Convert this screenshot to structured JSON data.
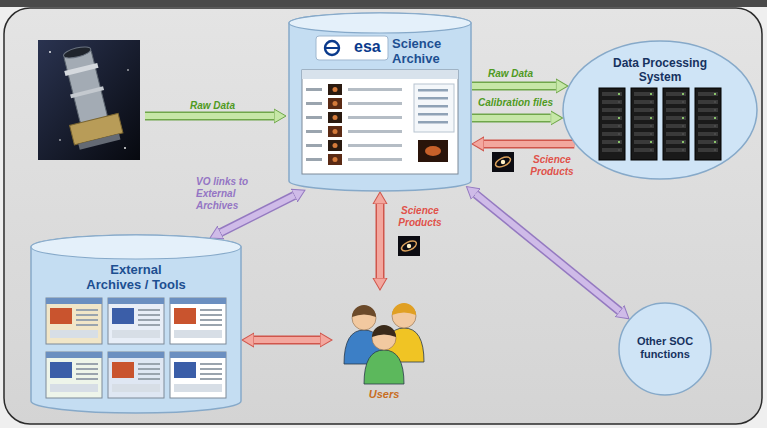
{
  "diagram": {
    "nodes": [
      {
        "text": [
          "Science Archive"
        ]
      },
      {
        "text": [
          "Data Processing System"
        ]
      },
      {
        "text": [
          "External Archives / Tools"
        ]
      },
      {
        "text": [
          "Users"
        ]
      },
      {
        "text": [
          "Other SOC functions"
        ]
      }
    ],
    "edges": [
      {
        "from": 0,
        "to": 1,
        "label": "Raw Data",
        "arrow": "to"
      },
      {
        "from": 0,
        "to": 1,
        "label": "Calibration files",
        "arrow": "to"
      },
      {
        "from": 1,
        "to": 0,
        "label": "Science Products",
        "arrow": "to"
      },
      {
        "from": 0,
        "to": 2,
        "label": "VO links to External Archives",
        "arrow": "both"
      },
      {
        "from": 0,
        "to": 3,
        "label": "Science Products",
        "arrow": "both"
      },
      {
        "from": 2,
        "to": 3,
        "arrow": "both"
      },
      {
        "from": 0,
        "to": 4,
        "arrow": "both"
      }
    ],
    "labels": [
      "esa",
      "Raw Data"
    ]
  }
}
